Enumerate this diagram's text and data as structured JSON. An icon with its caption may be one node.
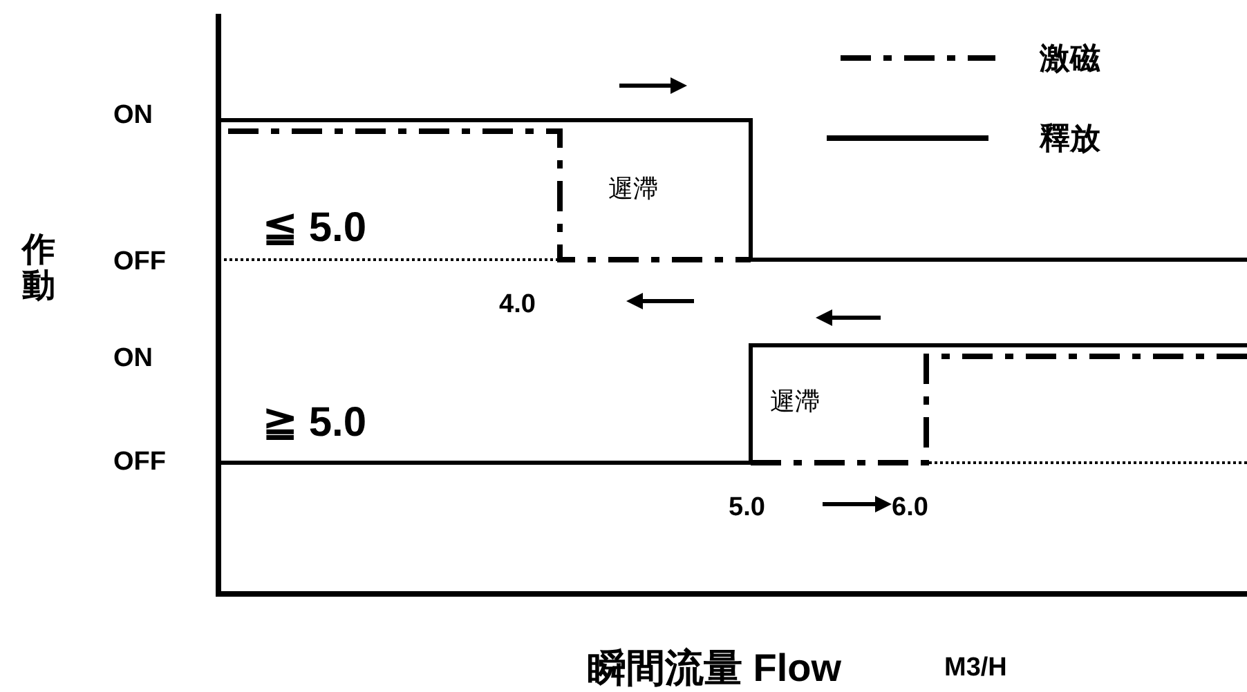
{
  "diagram": {
    "labels": [
      "ON",
      "遲滯",
      "≦ 5.0",
      "作動",
      "OFF",
      "4.0",
      "ON",
      "遲滯",
      "≧ 5.0",
      "OFF",
      "5.0",
      "6.0",
      "瞬間流量 Flow",
      "M3/H"
    ],
    "legend": [
      {
        "text": "激磁"
      },
      {
        "text": "釋放"
      }
    ]
  }
}
